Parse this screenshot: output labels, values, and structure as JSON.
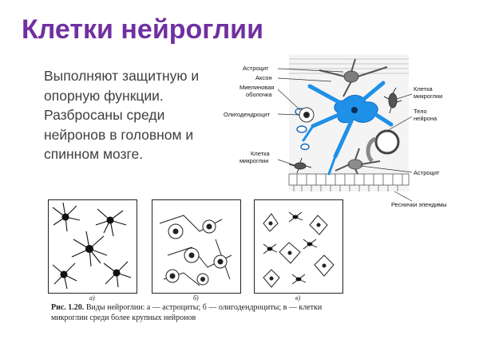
{
  "slide": {
    "title": "Клетки нейроглии",
    "body_text": "Выполняют защитную и опорную функции. Разбросаны среди нейронов в головном и спинном мозге."
  },
  "diagram": {
    "labels": {
      "astrocyte_top": "Астроцит",
      "axon": "Аксон",
      "myelin_line1": "Миелиновая",
      "myelin_line2": "оболочка",
      "oligodendrocyte": "Олигодендроцит",
      "microglia_left_line1": "Клетка",
      "microglia_left_line2": "микроглии",
      "microglia_right_line1": "Клетка",
      "microglia_right_line2": "микроглии",
      "neuron_body_line1": "Тело",
      "neuron_body_line2": "нейрона",
      "astrocyte_bottom": "Астроцит",
      "ependyma_cilia": "Реснички эпендимы"
    }
  },
  "figure": {
    "panel_letters": [
      "а)",
      "б)",
      "в)"
    ],
    "caption_number": "Рис. 1.20.",
    "caption_text": "Виды нейроглии: а — астроциты; б — олигодендроциты; в — клетки микроглии среди более крупных нейронов"
  }
}
